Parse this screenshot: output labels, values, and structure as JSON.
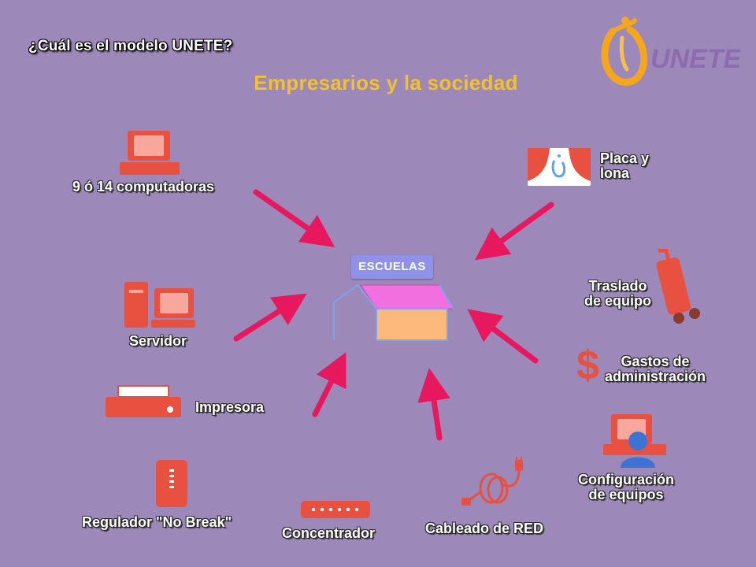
{
  "header": {
    "question": "¿Cuál es el modelo UNETE?",
    "subtitle": "Empresarios y la sociedad"
  },
  "logo": {
    "text": "UNETE"
  },
  "center": {
    "school_label": "ESCUELAS"
  },
  "items": {
    "computers": "9 ó 14 computadoras",
    "placa": "Placa y\nlona",
    "server": "Servidor",
    "traslado": "Traslado\nde equipo",
    "printer": "Impresora",
    "gastos": "Gastos de\nadministración",
    "regulator": "Regulador \"No Break\"",
    "hub": "Concentrador",
    "cabling": "Cableado de RED",
    "config": "Configuración\nde equipos"
  },
  "colors": {
    "background": "#9c88b9",
    "accent_red": "#e8503f",
    "arrow": "#e8185e",
    "subtitle": "#f2c12c",
    "logo_orange": "#f4a61c",
    "logo_purple": "#8c6bb0"
  }
}
